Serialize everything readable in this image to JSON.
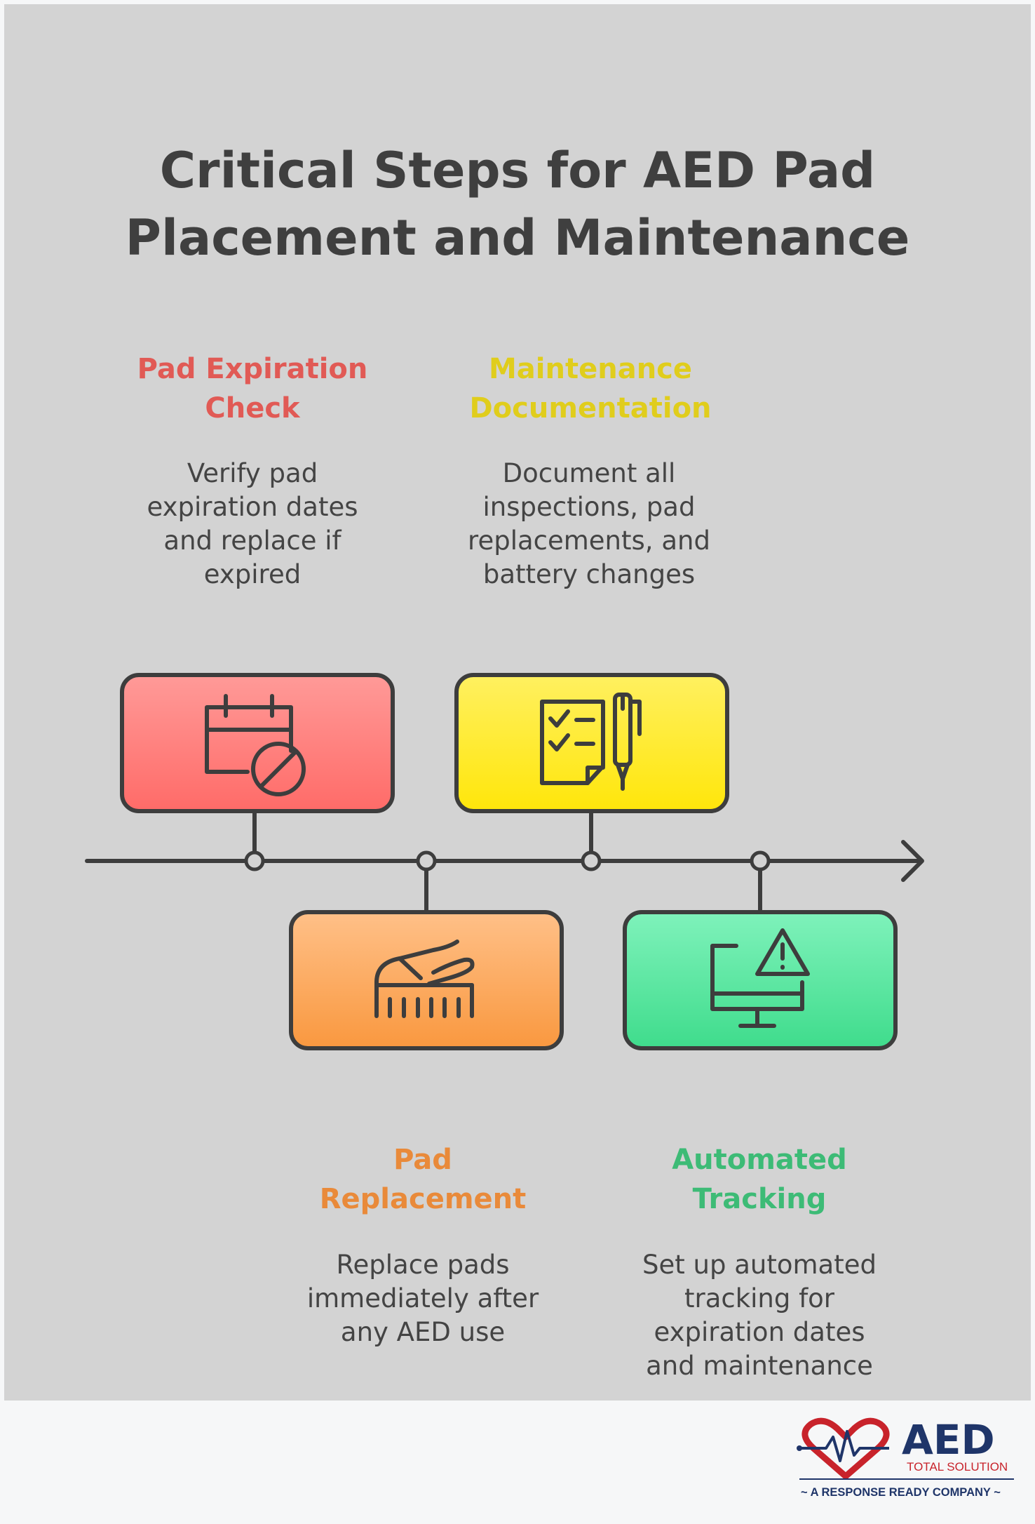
{
  "title_line1": "Critical Steps for AED Pad",
  "title_line2": "Placement and Maintenance",
  "steps": [
    {
      "heading_1": "Pad Expiration",
      "heading_2": "Check",
      "description": "Verify pad expiration dates and replace if expired",
      "color": "#e15a55",
      "box_top": "#ff9a98",
      "box_bottom": "#ff6b68",
      "icon": "calendar-blocked-icon"
    },
    {
      "heading_1": "Pad",
      "heading_2": "Replacement",
      "description": "Replace pads immediately after any AED use",
      "color": "#e98a3a",
      "box_top": "#ffc088",
      "box_bottom": "#f9983f",
      "icon": "hand-brush-icon"
    },
    {
      "heading_1": "Maintenance",
      "heading_2": "Documentation",
      "description": "Document all inspections, pad replacements, and battery changes",
      "color": "#e0cd1c",
      "box_top": "#fff060",
      "box_bottom": "#ffe60a",
      "icon": "checklist-pen-icon"
    },
    {
      "heading_1": "Automated",
      "heading_2": "Tracking",
      "description": "Set up automated tracking for expiration dates and maintenance",
      "color": "#3dbb76",
      "box_top": "#7ff2bb",
      "box_bottom": "#3fdc8c",
      "icon": "monitor-warning-icon"
    }
  ],
  "logo": {
    "brand": "AED",
    "sub": "TOTAL SOLUTION",
    "tagline": "~ A RESPONSE READY COMPANY ~",
    "red": "#c8232b",
    "blue": "#1f3569"
  },
  "colors": {
    "line": "#3d3d3d",
    "background": "#d3d3d3"
  }
}
